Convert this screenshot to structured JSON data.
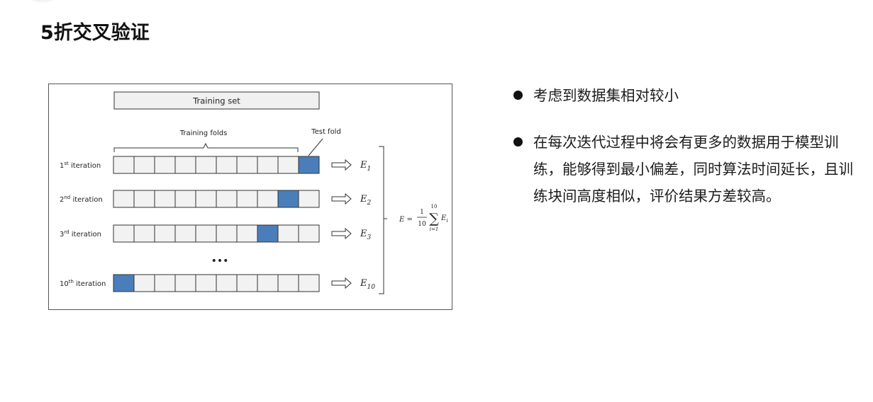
{
  "slide": {
    "title": "5折交叉验证"
  },
  "diagram": {
    "training_set_label": "Training set",
    "training_folds_label": "Training folds",
    "test_fold_label": "Test fold",
    "ellipsis": "•••",
    "iterations": [
      {
        "num": "1",
        "sup": "st",
        "word": " iteration",
        "test_index": 9,
        "err_base": "E",
        "err_sub": "1"
      },
      {
        "num": "2",
        "sup": "nd",
        "word": " iteration",
        "test_index": 8,
        "err_base": "E",
        "err_sub": "2"
      },
      {
        "num": "3",
        "sup": "rd",
        "word": " iteration",
        "test_index": 7,
        "err_base": "E",
        "err_sub": "3"
      },
      {
        "num": "10",
        "sup": "th",
        "word": " iteration",
        "test_index": 0,
        "err_base": "E",
        "err_sub": "10"
      }
    ],
    "fold_count": 10,
    "formula": {
      "lhs": "E =",
      "numerator": "1",
      "denominator": "10",
      "sigma": "∑",
      "upper": "10",
      "lower": "i=1",
      "term": "E",
      "term_sub": "i"
    },
    "colors": {
      "test_fold": "#4a7ebb",
      "fold": "#f2f2f2",
      "stroke": "#333333"
    }
  },
  "bullets": [
    {
      "text": "考虑到数据集相对较小"
    },
    {
      "text": "在每次迭代过程中将会有更多的数据用于模型训练，能够得到最小偏差，同时算法时间延长，且训练块间高度相似，评价结果方差较高。"
    }
  ]
}
